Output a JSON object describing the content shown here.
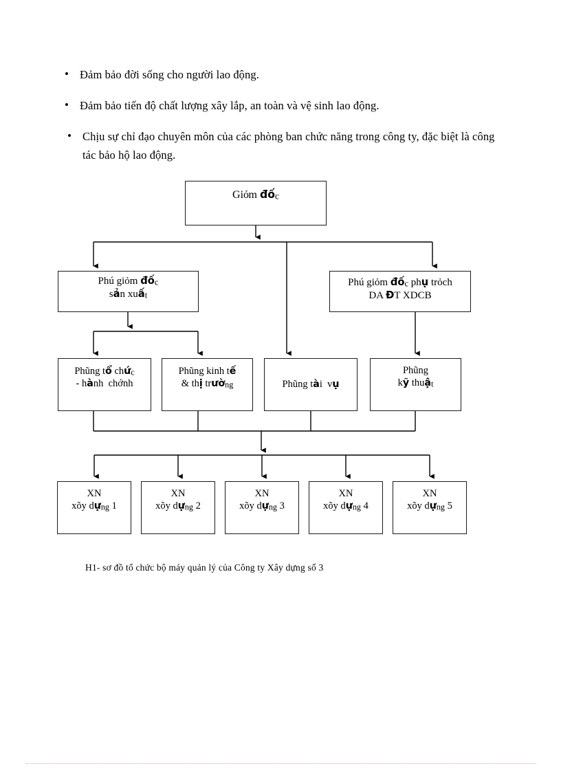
{
  "document": {
    "bullets": [
      {
        "marker": "•",
        "text": "Đảm bảo đời sống cho người lao động."
      },
      {
        "marker": "•",
        "text": "Đảm bảo tiến độ chất lượng xây lắp, an toàn và vệ sinh lao động."
      },
      {
        "marker": "•",
        "text": "Chịu sự chỉ đạo chuyên môn của các phòng ban chức năng trong công ty, đặc biệt là công tác bảo hộ lao động."
      }
    ],
    "caption": "H1- sơ đồ tổ chức bộ máy quản lý của Công ty Xây dựng số 3"
  },
  "chart_data": {
    "type": "diagram",
    "title": "H1- sơ đồ tổ chức bộ máy quản lý của Công ty Xây dựng số 3",
    "orientation": "top-down",
    "levels": [
      {
        "level": 1,
        "nodes": [
          "director"
        ]
      },
      {
        "level": 2,
        "nodes": [
          "deputy_production",
          "deputy_investment"
        ]
      },
      {
        "level": 3,
        "nodes": [
          "dept_org",
          "dept_econ",
          "dept_finance",
          "dept_tech"
        ]
      },
      {
        "level": 4,
        "nodes": [
          "xn_1",
          "xn_2",
          "xn_3",
          "xn_4",
          "xn_5"
        ]
      }
    ],
    "edges": [
      {
        "from": "director",
        "to": "deputy_production"
      },
      {
        "from": "director",
        "to": "deputy_investment"
      },
      {
        "from": "director",
        "to": "dept_finance"
      },
      {
        "from": "deputy_production",
        "to": "dept_org"
      },
      {
        "from": "deputy_production",
        "to": "dept_econ"
      },
      {
        "from": "deputy_investment",
        "to": "dept_tech"
      },
      {
        "from": "dept_org",
        "to": "xn_1"
      },
      {
        "from": "dept_org",
        "to": "xn_2"
      },
      {
        "from": "dept_org",
        "to": "xn_3"
      },
      {
        "from": "dept_org",
        "to": "xn_4"
      },
      {
        "from": "dept_org",
        "to": "xn_5"
      }
    ]
  },
  "nodes": {
    "director": {
      "line1": "Giỏm đốc"
    },
    "deputy_production": {
      "line1": "Phú giỏm đốc",
      "line2": "sản xuất"
    },
    "deputy_investment": {
      "line1": "Phú giỏm đốc phụ trỏch",
      "line2": "DA ĐT XDCB"
    },
    "dept_org": {
      "line1": "Phũng tổ chức",
      "line2": "- hành chớnh"
    },
    "dept_econ": {
      "line1": "Phũng kinh tế",
      "line2": "& thị trường"
    },
    "dept_finance": {
      "line1": "Phũng tài vụ",
      "line2": ""
    },
    "dept_tech": {
      "line1": "Phũng",
      "line2": "kỹ thuật"
    },
    "xn_1": {
      "line1": "XN",
      "line2": "xõy dựng 1"
    },
    "xn_2": {
      "line1": "XN",
      "line2": "xõy dựng 2"
    },
    "xn_3": {
      "line1": "XN",
      "line2": "xõy dựng 3"
    },
    "xn_4": {
      "line1": "XN",
      "line2": "xõy dựng 4"
    },
    "xn_5": {
      "line1": "XN",
      "line2": "xõy dựng 5"
    }
  },
  "colors": {
    "ink": "#000000",
    "box_border": "#1a1a1a",
    "page_background": "#ffffff",
    "page_rule": "#e8a0c0"
  }
}
